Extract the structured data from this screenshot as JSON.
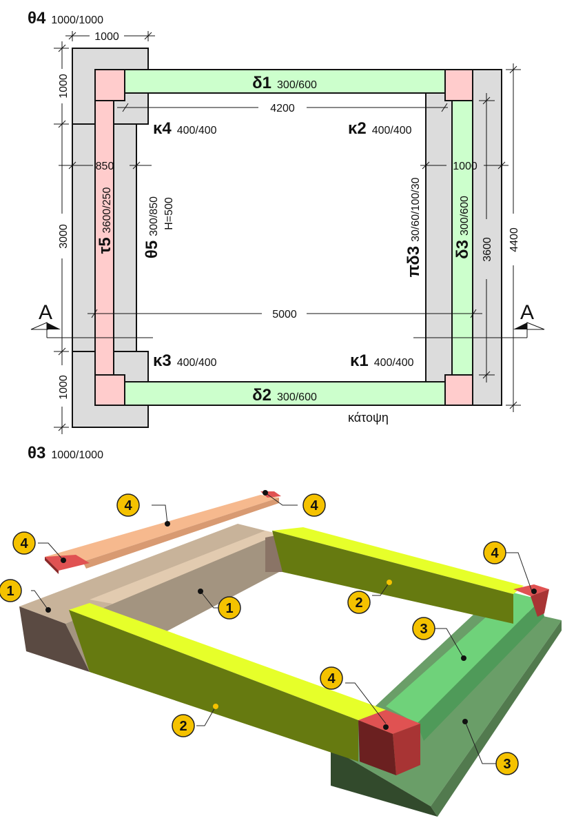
{
  "plan": {
    "title": "κάτοψη",
    "colors": {
      "footing": "#dcdcdc",
      "beam": "#ccffcc",
      "column": "#ffcccc",
      "outline": "#111111"
    },
    "footings": [
      {
        "id": "θ4",
        "size": "1000/1000"
      },
      {
        "id": "θ3",
        "size": "1000/1000"
      },
      {
        "id": "θ5",
        "size": "300/850",
        "height": "H=500"
      }
    ],
    "beams": [
      {
        "id": "δ1",
        "size": "300/600"
      },
      {
        "id": "δ2",
        "size": "300/600"
      },
      {
        "id": "δ3",
        "size": "300/600"
      },
      {
        "id": "τ5",
        "size": "3600/250"
      },
      {
        "id": "πδ3",
        "size": "30/60/100/30"
      }
    ],
    "columns": [
      {
        "id": "κ1",
        "size": "400/400"
      },
      {
        "id": "κ2",
        "size": "400/400"
      },
      {
        "id": "κ3",
        "size": "400/400"
      },
      {
        "id": "κ4",
        "size": "400/400"
      }
    ],
    "dimensions": {
      "top_width": "1000",
      "left_top": "1000",
      "left_mid": "3000",
      "left_bottom": "1000",
      "footing_width": "850",
      "inner_span": "4200",
      "outer_span": "5000",
      "right_width": "1000",
      "right_inner": "3600",
      "right_total": "4400"
    },
    "section_marks": [
      "A",
      "A"
    ]
  },
  "iso": {
    "colors": {
      "footing_top": "#c8b39a",
      "footing_side": "#a39480",
      "footing_dark": "#5a4a42",
      "beam_top": "#e6ff2a",
      "beam_side": "#667a10",
      "col_top": "#e05252",
      "col_side": "#6b2020",
      "green_top": "#6fd27a",
      "green_side": "#4f9a59",
      "green_base": "#6a9e68",
      "green_dark": "#324a2c",
      "tie_top": "#f6b98e",
      "tie_side": "#d89a72",
      "badge": "#f5c200"
    },
    "callouts": [
      "4",
      "4",
      "4",
      "1",
      "1",
      "2",
      "4",
      "3",
      "4",
      "2",
      "3"
    ]
  }
}
